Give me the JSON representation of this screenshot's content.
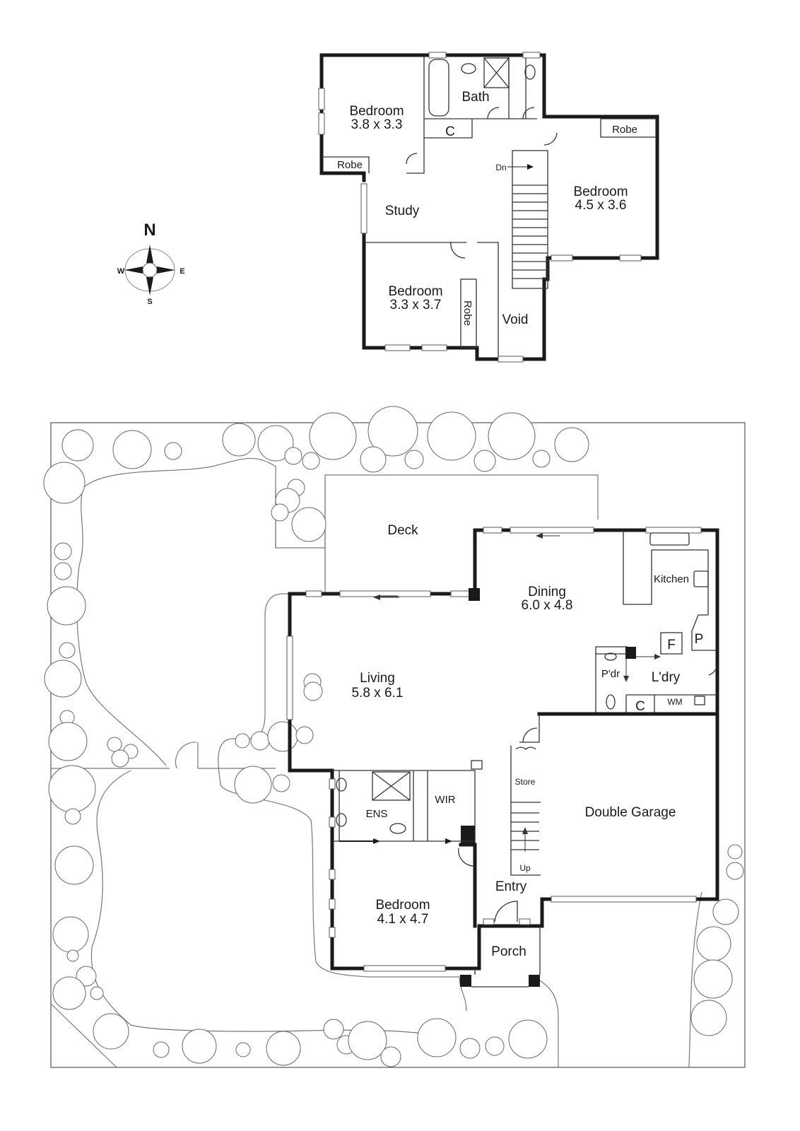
{
  "compass": {
    "north": "N",
    "south": "S",
    "east": "E",
    "west": "W"
  },
  "upper_floor": {
    "rooms": [
      {
        "id": "bedroom-nw",
        "name": "Bedroom",
        "size": "3.8 x 3.3"
      },
      {
        "id": "bath",
        "name": "Bath"
      },
      {
        "id": "cupboard-upper",
        "name": "C"
      },
      {
        "id": "robe-nw",
        "name": "Robe"
      },
      {
        "id": "robe-ne",
        "name": "Robe"
      },
      {
        "id": "bedroom-ne",
        "name": "Bedroom",
        "size": "4.5 x 3.6"
      },
      {
        "id": "study",
        "name": "Study"
      },
      {
        "id": "bedroom-sw",
        "name": "Bedroom",
        "size": "3.3 x 3.7"
      },
      {
        "id": "robe-sw",
        "name": "Robe"
      },
      {
        "id": "void",
        "name": "Void"
      }
    ],
    "stairs_label": "Dn"
  },
  "ground_floor": {
    "rooms": [
      {
        "id": "deck",
        "name": "Deck"
      },
      {
        "id": "dining",
        "name": "Dining",
        "size": "6.0 x 4.8"
      },
      {
        "id": "kitchen",
        "name": "Kitchen"
      },
      {
        "id": "living",
        "name": "Living",
        "size": "5.8 x 6.1"
      },
      {
        "id": "fridge",
        "name": "F"
      },
      {
        "id": "pantry",
        "name": "P"
      },
      {
        "id": "powder",
        "name": "P'dr"
      },
      {
        "id": "laundry",
        "name": "L'dry"
      },
      {
        "id": "cupboard-laundry",
        "name": "C"
      },
      {
        "id": "washing-machine",
        "name": "WM"
      },
      {
        "id": "store",
        "name": "Store"
      },
      {
        "id": "double-garage",
        "name": "Double Garage"
      },
      {
        "id": "ensuite",
        "name": "ENS"
      },
      {
        "id": "wir",
        "name": "WIR"
      },
      {
        "id": "bedroom-main",
        "name": "Bedroom",
        "size": "4.1 x 4.7"
      },
      {
        "id": "entry",
        "name": "Entry"
      },
      {
        "id": "porch",
        "name": "Porch"
      }
    ],
    "stairs_label": "Up"
  },
  "colors": {
    "wall": "#1a1a1a",
    "line": "#333333",
    "landscape": "#777777",
    "background": "#ffffff"
  }
}
